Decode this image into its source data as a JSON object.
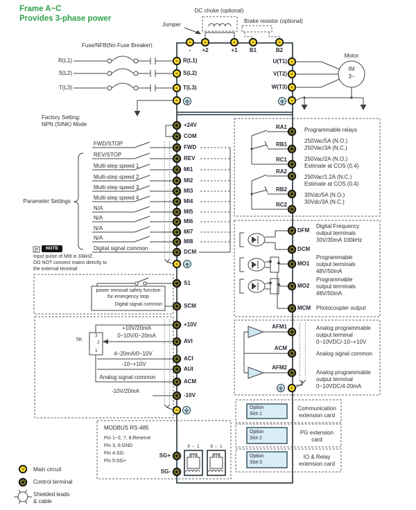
{
  "title": {
    "line1": "Frame A~C",
    "line2": "Provides 3-phase power"
  },
  "colors": {
    "accent_green": "#2fa04c",
    "body_fill": "#cfe9f2",
    "main_terminal": "#f2d52b",
    "control_terminal": "#7a7326",
    "wire": "#3f3f46"
  },
  "top": {
    "dc_choke": "DC choke (optional)",
    "jumper": "Jumper",
    "brake_resistor": "Brake resistor (optional)",
    "bus_terminals": [
      "-",
      "+2",
      "+1",
      "B1",
      "B2"
    ]
  },
  "power": {
    "fuse": "Fuse/NFB(No Fuse Breaker)",
    "lines": [
      "R(L1)",
      "S(L2)",
      "T(L3)"
    ],
    "in_terms": [
      "R(L1)",
      "S(L2)",
      "T(L3)"
    ],
    "out_terms": [
      "U(T1)",
      "V(T2)",
      "W(T3)"
    ],
    "motor": {
      "label": "Motor",
      "l1": "IM",
      "l2": "3~"
    }
  },
  "digital": {
    "factory": "Factory Setting:\nNPN (SINK) Mode",
    "param": "Parameter Settings",
    "switches": [
      "FWD/STOP",
      "REV/STOP",
      "Multi-step speed 1",
      "Multi-step speed 2",
      "Multi-step speed 3",
      "Multi-step speed 4",
      "N/A",
      "N/A",
      "N/A",
      "N/A",
      "Digital signal common"
    ],
    "terms": [
      "+24V",
      "COM",
      "FWD",
      "REV",
      "MI1",
      "MI2",
      "MI3",
      "MI4",
      "MI5",
      "MI6",
      "MI7",
      "MI8",
      "DCM"
    ],
    "note_badge": "NOTE",
    "note": "Input pulse of MI8 is 33kHZ.\nDO NOT connect mains directly to\nthe external terminal"
  },
  "safety": {
    "box": "power removal safety function\nfor emergency stop",
    "common": "Digital signal common",
    "terms": [
      "S1",
      "SCM"
    ]
  },
  "analog_in": {
    "pot": "5K",
    "pins": [
      "3",
      "2",
      "1"
    ],
    "l_avi1": "+10V/20mA",
    "l_avi2": "0~10V/0~20mA",
    "l_aci": "4~20mA/0~10V",
    "l_aui": "-10~+10V",
    "l_acm": "Analog signal common",
    "l_n10": "-10V/20mA",
    "terms": [
      "+10V",
      "AVI",
      "ACI",
      "AUI",
      "ACM",
      "-10V"
    ]
  },
  "relay": {
    "terms": [
      "RA1",
      "RB1",
      "RC1",
      "RA2",
      "RB2",
      "RC2"
    ],
    "desc_title": "Programmable relays",
    "d1": "250Vac/5A (N.O.)\n250Vac/3A (N.C.)",
    "d2": "250Vac/2A (N.O.)\nEstimate at COS (0.4)",
    "d3": "250Vac/1.2A (N.C.)\nEstimate at COS (0.4)",
    "d4": "30Vdc/5A (N.O.)\n30Vdc/3A (N.C.)"
  },
  "photo": {
    "terms": [
      "DFM",
      "DCM",
      "MO1",
      "MO2",
      "MCM"
    ],
    "d_dfm": "Digital Frequency\noutput terminals\n30V/30mA 100kHz",
    "d_mo1": "Programmable\noutput terminals\n48V/50mA",
    "d_mo2": "Programmable\noutput terminals\n48V/50mA",
    "d_mcm": "Photocoupler output"
  },
  "analog_out": {
    "terms": [
      "AFM1",
      "ACM",
      "AFM2"
    ],
    "d_afm1": "Analog programmable\noutput terminal\n0~10VDC/-10~+10V",
    "d_acm": "Analog signal common",
    "d_afm2": "Analog programmable\noutput terminal\n0~10VDC/4-20mA"
  },
  "modbus": {
    "title": "MODBUS RS-485",
    "pins": [
      "Pin 1~2, 7, 8:Reserve",
      "Pin 3, 6:GND",
      "Pin 4:SG-",
      "Pin 5:SG+"
    ],
    "terms": [
      "SG+",
      "SG-"
    ],
    "rj45": "8 ← 1"
  },
  "options": {
    "slots": [
      "Option\nSlot 1",
      "Option\nSlot 2",
      "Option\nSlot 3"
    ],
    "descs": [
      "Communication\nextension card",
      "PG extension\ncard",
      "IO & Relay\nextension card"
    ]
  },
  "legend": {
    "items": [
      "Main circuit",
      "Control terminal",
      "Shielded leads\n& cable"
    ]
  }
}
